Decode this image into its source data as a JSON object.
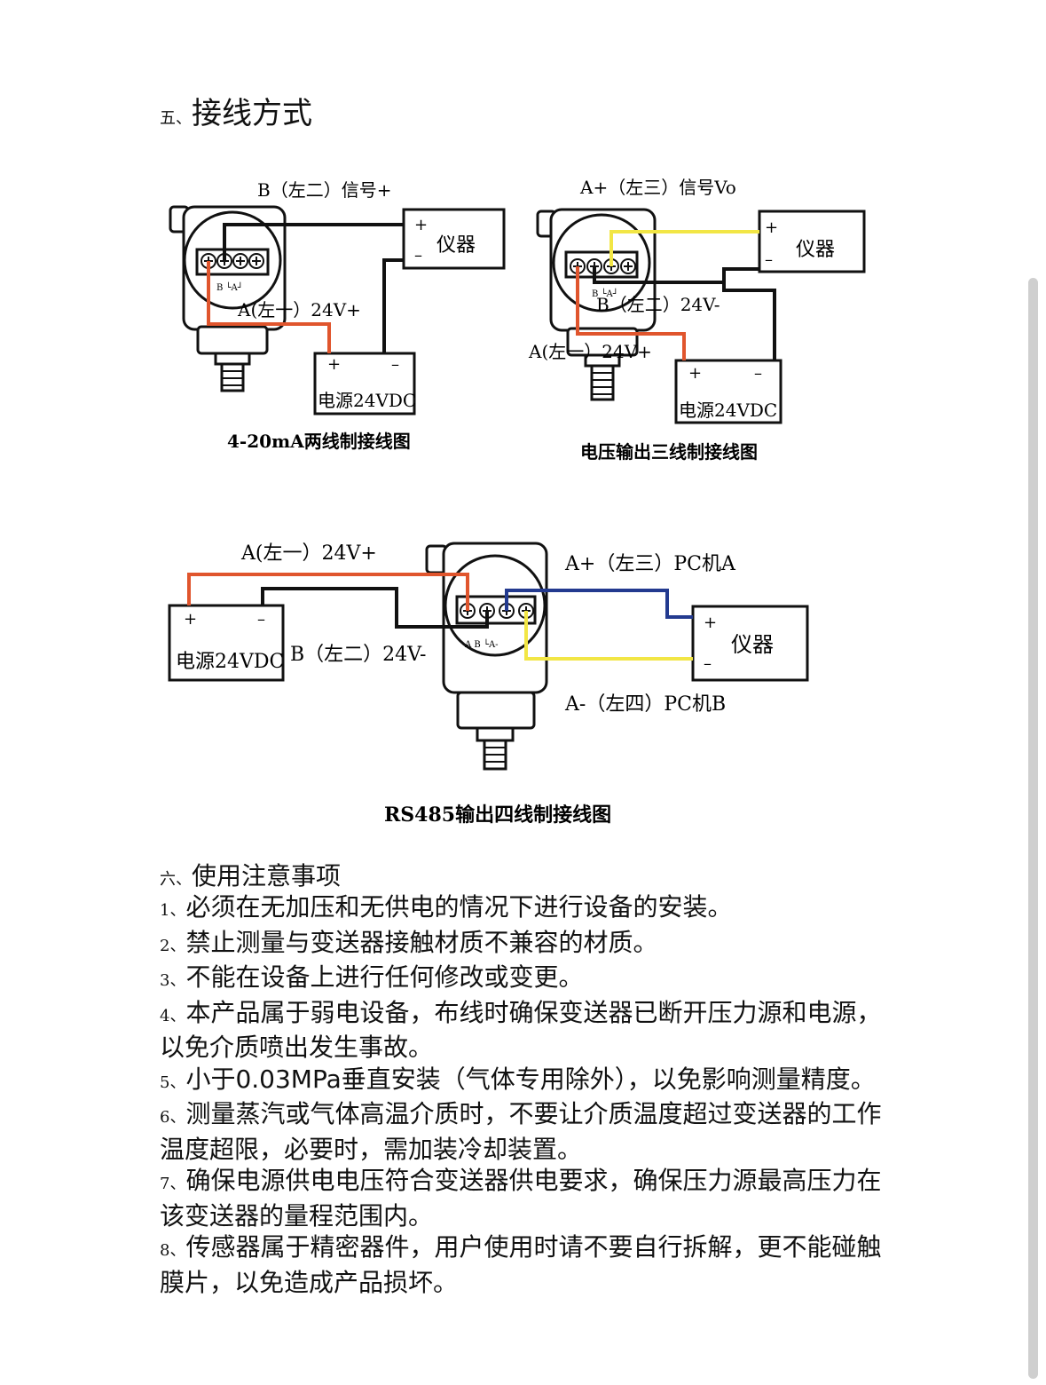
{
  "section5": {
    "num": "五、",
    "title": "接线方式"
  },
  "d1": {
    "top_label": "B（左二）信号+",
    "instrument": "仪器",
    "plus": "+",
    "minus": "–",
    "wire_label": "A(左一）24V+",
    "power": "电源24VDC",
    "caption": "4-20mA两线制接线图",
    "terminals": "B  └A┘"
  },
  "d2": {
    "top_label": "A+（左三）信号Vo",
    "instrument": "仪器",
    "plus": "+",
    "minus": "–",
    "wire_b": "B（左二）24V-",
    "wire_a": "A(左一）24V+",
    "power": "电源24VDC",
    "caption": "电压输出三线制接线图",
    "terminals": "B  └A┘"
  },
  "d3": {
    "label_a": "A(左一）24V+",
    "label_aplus": "A+（左三）PC机A",
    "label_b": "B（左二）24V-",
    "label_aminus": "A-（左四）PC机B",
    "power": "电源24VDC",
    "instrument": "仪器",
    "plus": "+",
    "minus": "–",
    "caption": "RS485输出四线制接线图",
    "terminals": "A  B  └A-"
  },
  "colors": {
    "red_wire": "#e0552d",
    "black_wire": "#111111",
    "yellow_wire": "#f2e645",
    "blue_wire": "#233a8f"
  },
  "section6": {
    "num": "六、",
    "title": "使用注意事项"
  },
  "notes": [
    {
      "num": "1、",
      "text": "必须在无加压和无供电的情况下进行设备的安装。"
    },
    {
      "num": "2、",
      "text": "禁止测量与变送器接触材质不兼容的材质。"
    },
    {
      "num": "3、",
      "text": "不能在设备上进行任何修改或变更。"
    },
    {
      "num": "4、",
      "text": "本产品属于弱电设备，布线时确保变送器已断开压力源和电源，以免介质喷出发生事故。"
    },
    {
      "num": "5、",
      "text": "小于0.03MPa垂直安装（气体专用除外），以免影响测量精度。"
    },
    {
      "num": "6、",
      "text": "测量蒸汽或气体高温介质时，不要让介质温度超过变送器的工作温度超限，必要时，需加装冷却装置。"
    },
    {
      "num": "7、",
      "text": "确保电源供电电压符合变送器供电要求，确保压力源最高压力在该变送器的量程范围内。"
    },
    {
      "num": "8、",
      "text": "传感器属于精密器件，用户使用时请不要自行拆解，更不能碰触膜片，以免造成产品损坏。"
    }
  ]
}
